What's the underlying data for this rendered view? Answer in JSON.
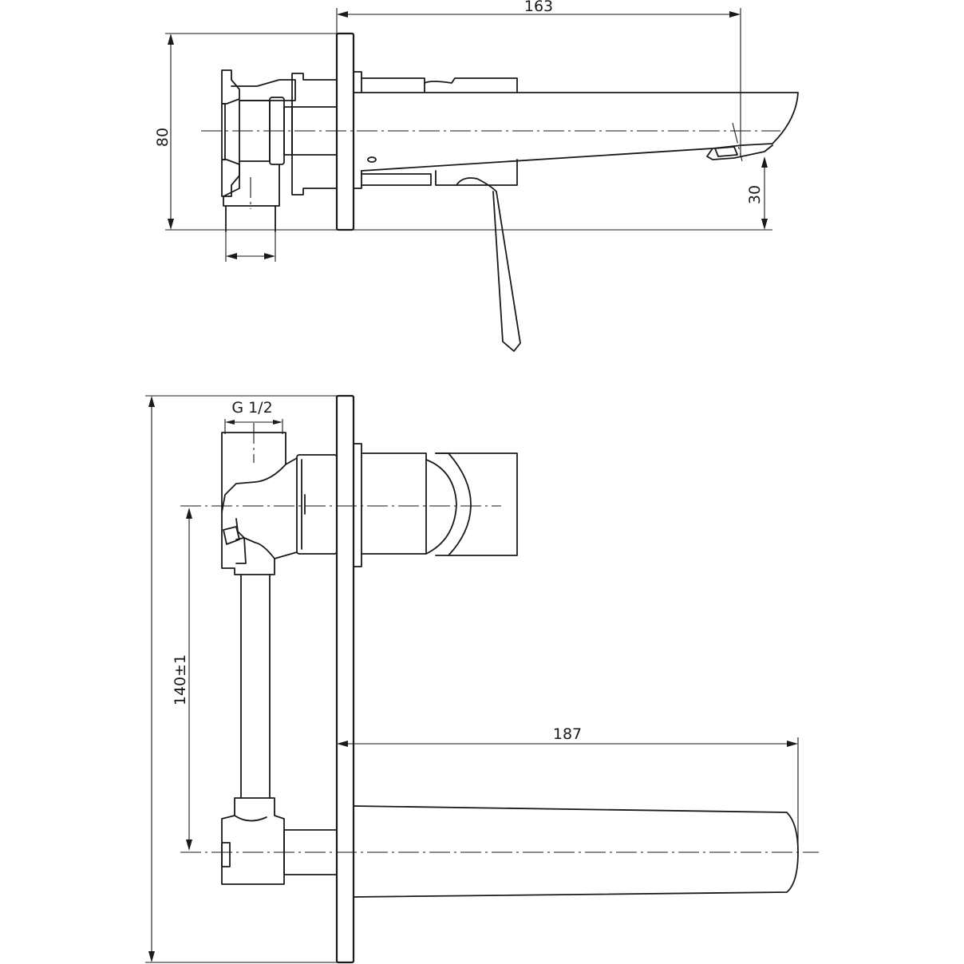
{
  "dimensions": {
    "top_width": "163",
    "top_height": "80",
    "top_spout_height": "30",
    "thread": "G 1/2",
    "bottom_spacing": "140±1",
    "bottom_width": "187"
  }
}
